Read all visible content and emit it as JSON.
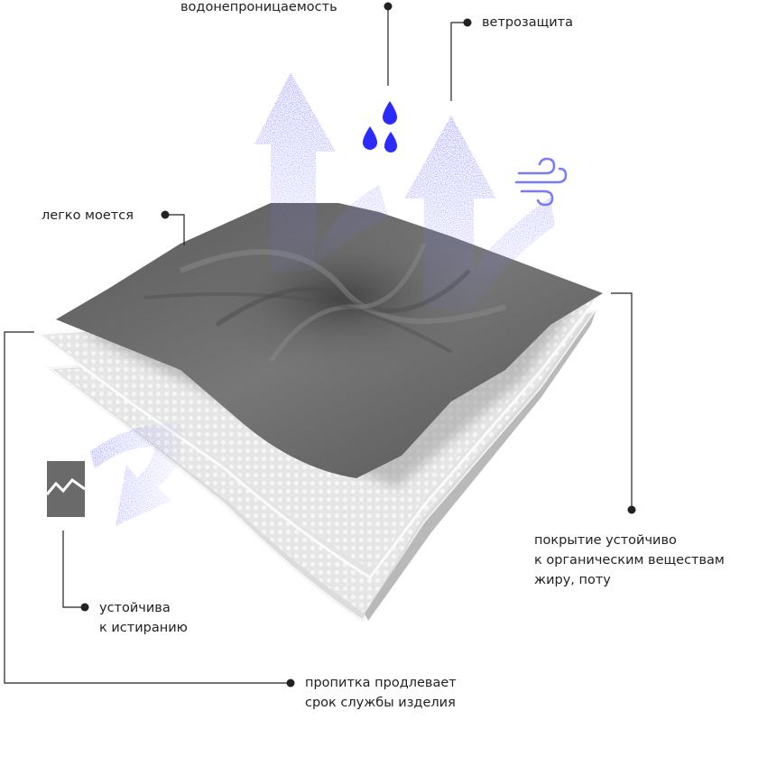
{
  "colors": {
    "arrow": "#2b2bff",
    "fabric_top": "#6b6b6b",
    "fabric_dark": "#4a4a4a",
    "membrane": "#e9e9e9",
    "line": "#222222",
    "text": "#222222"
  },
  "labels": {
    "waterproof": "водонепроницаемость",
    "windproof": "ветрозащита",
    "easy_wash": "легко моется",
    "coating": [
      "покрытие устойчиво",
      "к органическим веществам",
      "жиру, поту"
    ],
    "abrasion": [
      "устойчива",
      "к истиранию"
    ],
    "impregnation": [
      "пропитка продлевает",
      "срок службы изделия"
    ]
  },
  "icons": {
    "water": "water-drops-icon",
    "wind": "wind-icon",
    "abrasion": "torn-fabric-icon"
  }
}
